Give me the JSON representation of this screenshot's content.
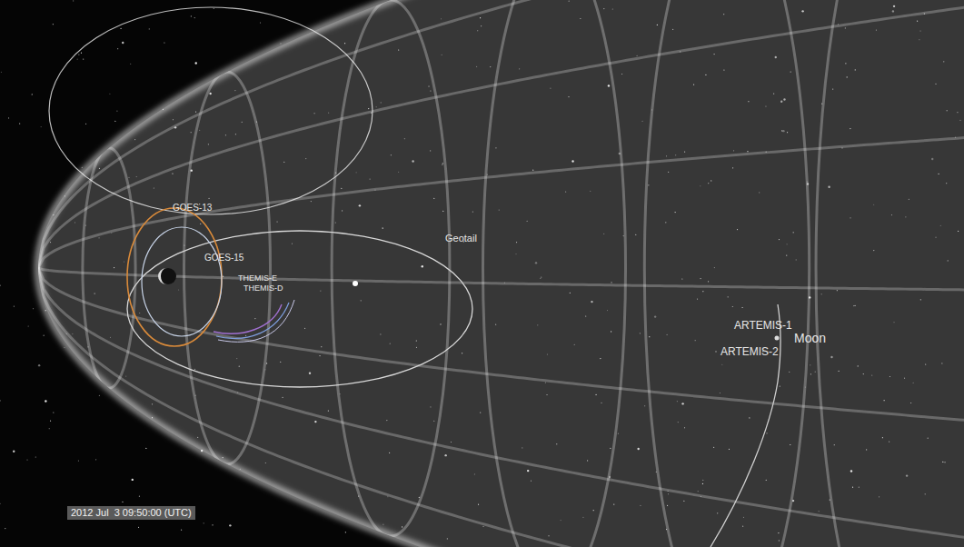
{
  "diagram": {
    "labels": [
      "GOES-13",
      "GOES-15",
      "THEMIS-E",
      "THEMIS-D",
      "Geotail",
      "ARTEMIS-1",
      "Moon",
      "ARTEMIS-2",
      "2012 Jul  3 09:50:00 (UTC)"
    ]
  }
}
